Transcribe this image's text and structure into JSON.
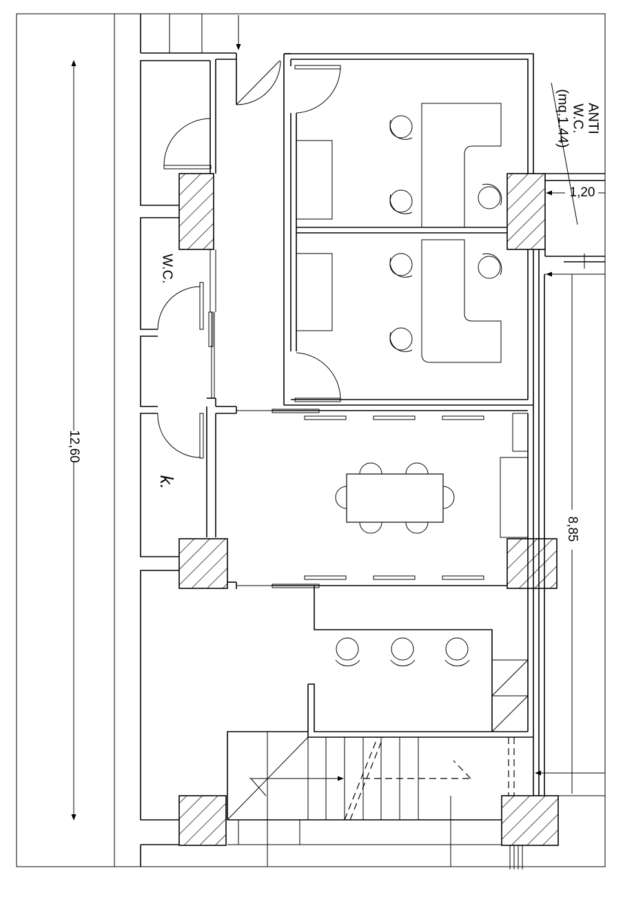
{
  "rooms": {
    "wc": "W.C.",
    "kitchen": "k.",
    "anti_wc_title": "ANTI",
    "anti_wc_sub": "W.C.",
    "anti_wc_area": "(mq.1.44)"
  },
  "dimensions": {
    "total_length": "12,60",
    "anti_wc_width": "1,20",
    "wall_length": "8,85"
  }
}
